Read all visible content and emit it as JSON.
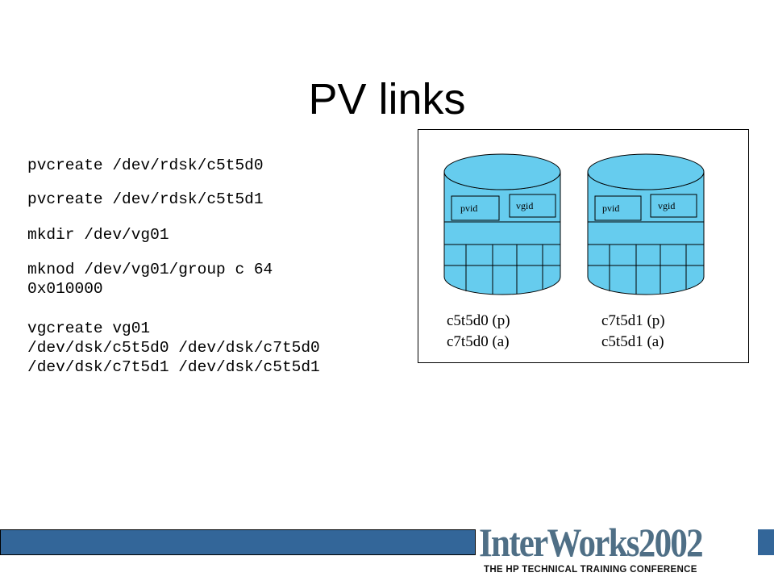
{
  "slide": {
    "title": "PV links",
    "commands": [
      "pvcreate /dev/rdsk/c5t5d0",
      "pvcreate /dev/rdsk/c5t5d1",
      "mkdir /dev/vg01",
      "mknod /dev/vg01/group c 64\n0x010000",
      "vgcreate vg01\n/dev/dsk/c5t5d0 /dev/dsk/c7t5d0\n/dev/dsk/c7t5d1 /dev/dsk/c5t5d1"
    ]
  },
  "diagram": {
    "disks": [
      {
        "pvid_label": "pvid",
        "vgid_label": "vgid",
        "paths": "c5t5d0 (p)\nc7t5d0 (a)"
      },
      {
        "pvid_label": "pvid",
        "vgid_label": "vgid",
        "paths": "c7t5d1 (p)\nc5t5d1 (a)"
      }
    ],
    "colors": {
      "disk_fill": "#66ccee",
      "outline": "#000000"
    }
  },
  "footer": {
    "logo_text": "InterWorks2002",
    "logo_tagline": "THE HP TECHNICAL TRAINING CONFERENCE",
    "bar_color": "#336699"
  }
}
